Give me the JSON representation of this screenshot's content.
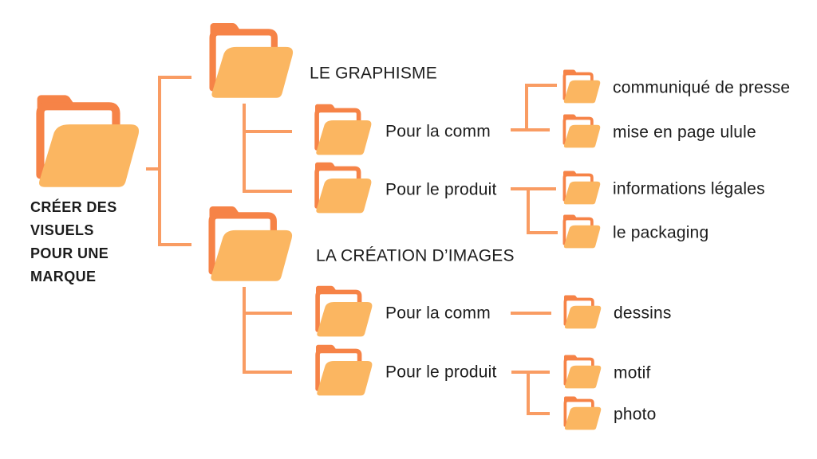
{
  "page": {
    "background": "#ffffff"
  },
  "colors": {
    "folder_front": "#FBB661",
    "folder_dark": "#F68347",
    "connector": "#F99C63",
    "text": "#1C1C1C"
  },
  "root": {
    "label": "CRÉER DES VISUELS POUR UNE MARQUE",
    "label_lines": [
      "CRÉER DES",
      "VISUELS",
      "POUR UNE",
      "MARQUE"
    ]
  },
  "branches": [
    {
      "label": "LE GRAPHISME",
      "children": [
        {
          "label": "Pour la comm",
          "children": [
            {
              "label": "communiqué de presse"
            },
            {
              "label": "mise en page ulule"
            }
          ]
        },
        {
          "label": "Pour le produit",
          "children": [
            {
              "label": "informations légales"
            },
            {
              "label": "le packaging"
            }
          ]
        }
      ]
    },
    {
      "label": "LA CRÉATION D’IMAGES",
      "children": [
        {
          "label": "Pour la comm",
          "children": [
            {
              "label": "dessins"
            }
          ]
        },
        {
          "label": "Pour le produit",
          "children": [
            {
              "label": "motif"
            },
            {
              "label": "photo"
            }
          ]
        }
      ]
    }
  ]
}
